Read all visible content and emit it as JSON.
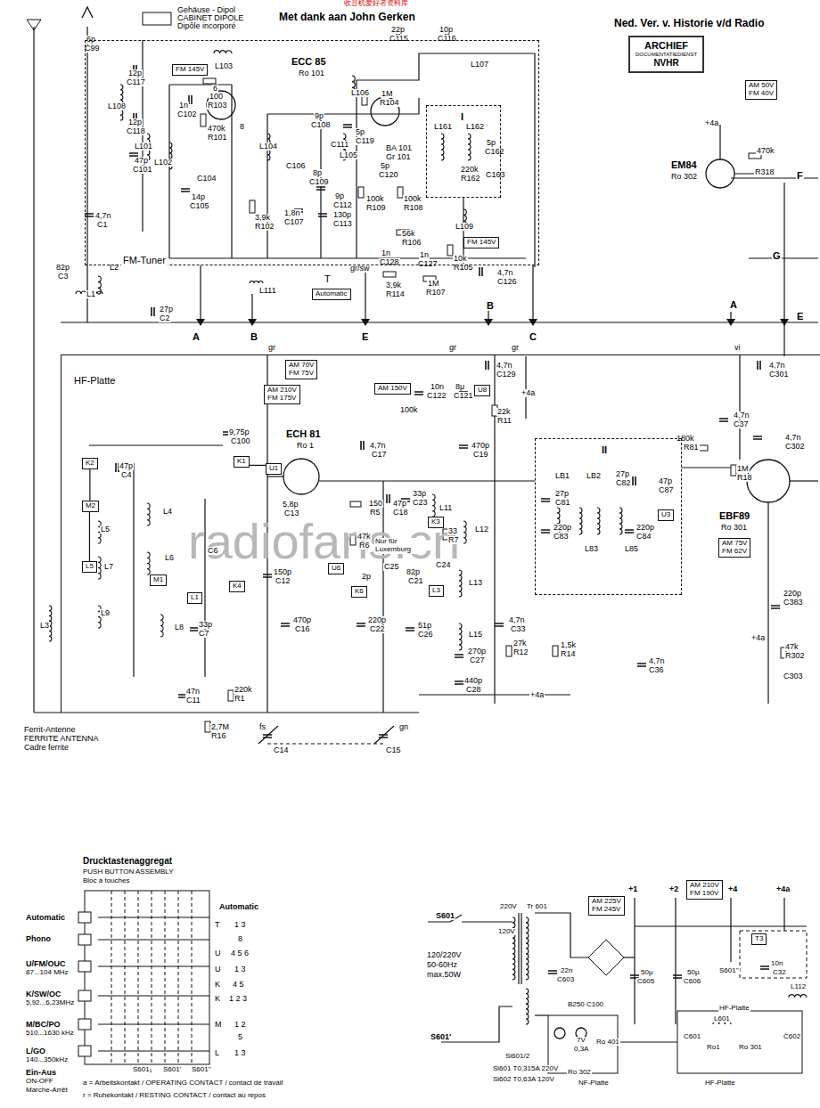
{
  "diagram": {
    "nodes": [
      {
        "text": [
          "FM-Tuner"
        ]
      },
      {
        "text": [
          "FM 145V"
        ],
        "in": 0
      },
      {
        "text": [
          "I"
        ],
        "in": 0
      },
      {
        "text": [
          "FM 145V"
        ],
        "in": 0
      },
      {
        "text": [
          "Automatic"
        ]
      },
      {
        "text": [
          "HF-Platte"
        ]
      },
      {
        "text": [
          "AM 70V",
          "FM 75V"
        ],
        "in": 5
      },
      {
        "text": [
          "AM 210V",
          "FM 175V"
        ],
        "in": 5
      },
      {
        "text": [
          "AM 150V"
        ],
        "in": 5
      },
      {
        "text": [
          "U8"
        ],
        "in": 5
      },
      {
        "text": [
          "K2"
        ],
        "in": 5
      },
      {
        "text": [
          "M2"
        ],
        "in": 5
      },
      {
        "text": [
          "L5"
        ],
        "in": 5
      },
      {
        "text": [
          "K1"
        ],
        "in": 5
      },
      {
        "text": [
          "U1"
        ],
        "in": 5
      },
      {
        "text": [
          "II"
        ],
        "in": 5
      },
      {
        "text": [
          "U3"
        ],
        "in": 15
      },
      {
        "text": [
          "K3"
        ],
        "in": 5
      },
      {
        "text": [
          "U6"
        ],
        "in": 5
      },
      {
        "text": [
          "M1"
        ],
        "in": 5
      },
      {
        "text": [
          "L1"
        ],
        "in": 5
      },
      {
        "text": [
          "K4"
        ],
        "in": 5
      },
      {
        "text": [
          "K6"
        ],
        "in": 5
      },
      {
        "text": [
          "L3"
        ],
        "in": 5
      },
      {
        "text": [
          "AM 75V",
          "FM 62V"
        ],
        "in": 5
      },
      {
        "text": [
          "AM 50V",
          "FM 40V"
        ]
      },
      {
        "text": [
          "ARCHIEF",
          "DOCUMENTATIEDIENST",
          "NVHR"
        ]
      },
      {
        "text": [
          "AM 225V",
          "FM 245V"
        ]
      },
      {
        "text": [
          "AM 210V",
          "FM 190V"
        ]
      },
      {
        "text": [
          "T3"
        ]
      }
    ],
    "edges": [
      {
        "from": 13,
        "to": 14,
        "arrow": "none"
      },
      {
        "from": 10,
        "to": 11,
        "arrow": "none"
      },
      {
        "from": 11,
        "to": 12,
        "arrow": "none"
      }
    ],
    "labels": [
      "收音机爱好者资料库",
      "Gehäuse - Dipol",
      "CABINET DIPOLE",
      "Dipôle incorporé",
      "Met dank aan John Gerken",
      "Ned. Ver. v. Historie v/d Radio",
      "6p",
      "C99",
      "12p",
      "C117",
      "L108",
      "12p",
      "C118",
      "L101",
      "47p",
      "C101",
      "L103",
      "100",
      "R103",
      "ECC 85",
      "Ro 101",
      "6",
      "8",
      "1n",
      "C102",
      "470k",
      "R101",
      "L102",
      "C104",
      "14p",
      "C105",
      "3,9k",
      "R102",
      "L104",
      "C106",
      "9p",
      "C108",
      "C111",
      "8p",
      "C109",
      "9p",
      "C112",
      "1,8n",
      "C107",
      "130p",
      "C113",
      "L105",
      "5p",
      "C119",
      "22p",
      "C115",
      "L106",
      "1M",
      "R104",
      "BA 101",
      "Gr 101",
      "5p",
      "C120",
      "100k",
      "R109",
      "100k",
      "R108",
      "10p",
      "C116",
      "L107",
      "L161",
      "L162",
      "5p",
      "C162",
      "220k",
      "R162",
      "C163",
      "56k",
      "R106",
      "L109",
      "10k",
      "R105",
      "1n",
      "C128",
      "1n",
      "C127",
      "gr/sw",
      "T",
      "3,9k",
      "R114",
      "1M",
      "R107",
      "4,7n",
      "C126",
      "L111",
      "A",
      "B",
      "E",
      "B",
      "C",
      "A",
      "E",
      "F",
      "G",
      "gr",
      "gr",
      "gr",
      "vi",
      "4,7n",
      "C1",
      "82p",
      "C3",
      "L2",
      "L1",
      "27p",
      "C2",
      "EM84",
      "Ro 302",
      "+4a",
      "470k",
      "R318",
      "100k",
      "4,7n",
      "C129",
      "+4a",
      "10n",
      "C122",
      "8μ",
      "C121",
      "22k",
      "R11",
      "9,75p",
      "C100",
      "ECH 81",
      "Ro 1",
      "4,7n",
      "C17",
      "470p",
      "C19",
      "180k",
      "R81",
      "1M",
      "R18",
      "4,7n",
      "C37",
      "4,7n",
      "C301",
      "4,7n",
      "C302",
      "EBF89",
      "Ro 301",
      "47p",
      "C4",
      "L5",
      "L4",
      "L7",
      "L6",
      "C6",
      "L9",
      "L8",
      "33p",
      "C7",
      "L3",
      "5,8p",
      "C13",
      "150",
      "R5",
      "47p",
      "C18",
      "33p",
      "C23",
      "L11",
      "33",
      "R7",
      "L12",
      "47k",
      "R6",
      "150p",
      "C12",
      "Nur für Luxemburg",
      "C25",
      "2p",
      "82p",
      "C21",
      "C24",
      "L13",
      "470p",
      "C16",
      "220p",
      "C22",
      "51p",
      "C26",
      "L15",
      "270p",
      "C27",
      "440p",
      "C28",
      "+4a",
      "4,7n",
      "C33",
      "27k",
      "R12",
      "1,5k",
      "R14",
      "LB1",
      "LB2",
      "27p",
      "C81",
      "220p",
      "C83",
      "L83",
      "L85",
      "27p",
      "C82",
      "220p",
      "C84",
      "47p",
      "C87",
      "4,7n",
      "C36",
      "220p",
      "C383",
      "47k",
      "R302",
      "+4a",
      "C303",
      "Ferrit-Antenne",
      "FERRITE ANTENNA",
      "Cadre ferrite",
      "47n",
      "C11",
      "220k",
      "R1",
      "2,7M",
      "R16",
      "C14",
      "C15",
      "fs",
      "gn",
      "radiofans.cn",
      "Drucktastenaggregat",
      "PUSH BUTTON ASSEMBLY",
      "Bloc à touches",
      "Automatic",
      "Phono",
      "U/FM/OUC",
      "87...104 MHz",
      "K/SW/OC",
      "5,92...6,23MHz",
      "M/BC/PO",
      "510...1630 kHz",
      "L/GO",
      "140...350kHz",
      "Ein-Aus",
      "ON-OFF",
      "Marche-Arrêt",
      "Automatic",
      "T",
      "1 3",
      "8",
      "U",
      "4 5 6",
      "U",
      "1 3",
      "K",
      "4 5",
      "K",
      "1 2 3",
      "M",
      "1 2",
      "5",
      "L",
      "1 3",
      "S601₁",
      "S601'",
      "S601''",
      "a = Arbeitskontakt / OPERATING CONTACT / contact de travail",
      "r = Ruhekontakt / RESTING CONTACT / contact au repos",
      "S601",
      "220V",
      "Tr 601",
      "120V",
      "120/220V",
      "50-60Hz",
      "max.50W",
      "S601'",
      "Si601/2",
      "Si601 T0,315A 220V",
      "Si602 T0,63A 120V",
      "7V",
      "0,3A",
      "Ro 302",
      "Ro 401",
      "NF-Platte",
      "22n",
      "C603",
      "B250 C100",
      "50μ",
      "C605",
      "+1",
      "+2",
      "+4",
      "+4a",
      "50μ",
      "C606",
      "S601''",
      "HF-Platte",
      "10n",
      "C32",
      "L112",
      "L601",
      "C601",
      "Ro1",
      "Ro 301",
      "C602",
      "HF-Platte"
    ]
  }
}
